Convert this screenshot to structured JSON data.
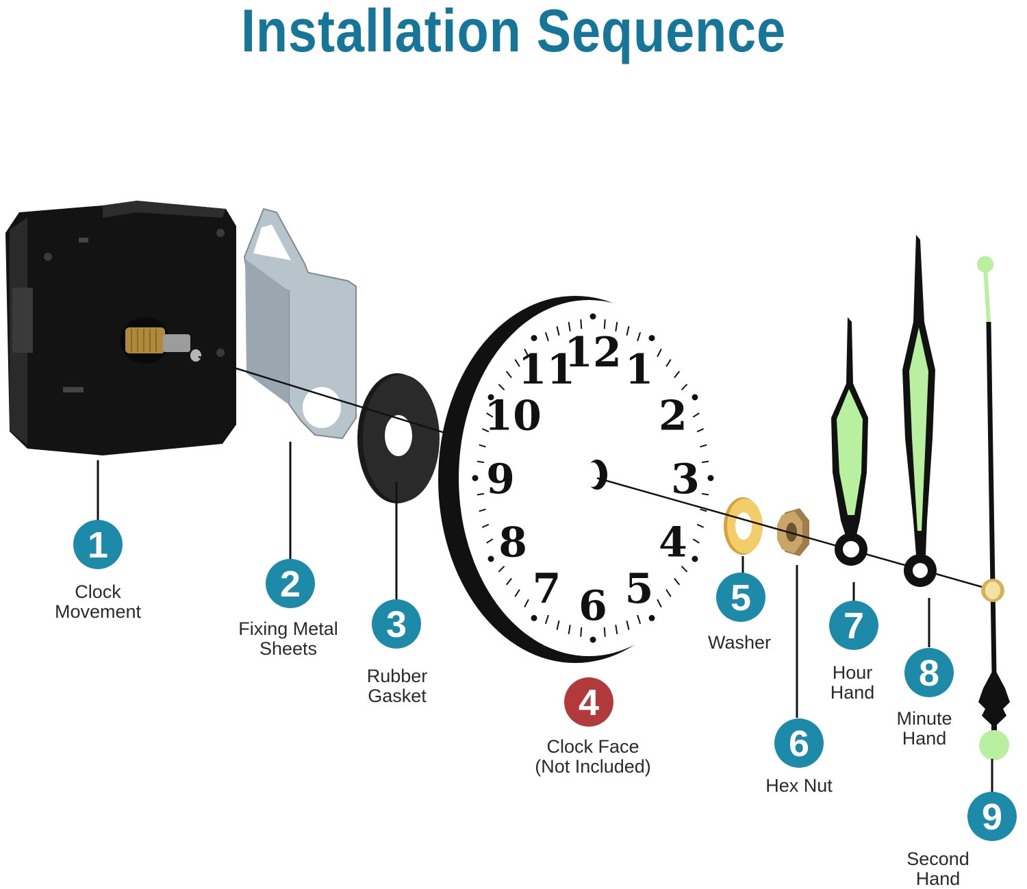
{
  "title": "Installation Sequence",
  "colors": {
    "title": "#16769a",
    "step_badge": "#1e8aa9",
    "highlight_badge": "#b23a3a",
    "glow_paint": "#b8f0a0",
    "hand_black": "#111111"
  },
  "steps": [
    {
      "number": "1",
      "line1": "Clock",
      "line2": "Movement"
    },
    {
      "number": "2",
      "line1": "Fixing Metal",
      "line2": "Sheets"
    },
    {
      "number": "3",
      "line1": "Rubber",
      "line2": "Gasket"
    },
    {
      "number": "4",
      "line1": "Clock Face",
      "line2": "(Not Included)"
    },
    {
      "number": "5",
      "line1": "Washer",
      "line2": ""
    },
    {
      "number": "6",
      "line1": "Hex Nut",
      "line2": ""
    },
    {
      "number": "7",
      "line1": "Hour",
      "line2": "Hand"
    },
    {
      "number": "8",
      "line1": "Minute",
      "line2": "Hand"
    },
    {
      "number": "9",
      "line1": "Second",
      "line2": "Hand"
    }
  ],
  "dial_numerals": [
    "12",
    "1",
    "2",
    "3",
    "4",
    "5",
    "6",
    "7",
    "8",
    "9",
    "10",
    "11"
  ]
}
